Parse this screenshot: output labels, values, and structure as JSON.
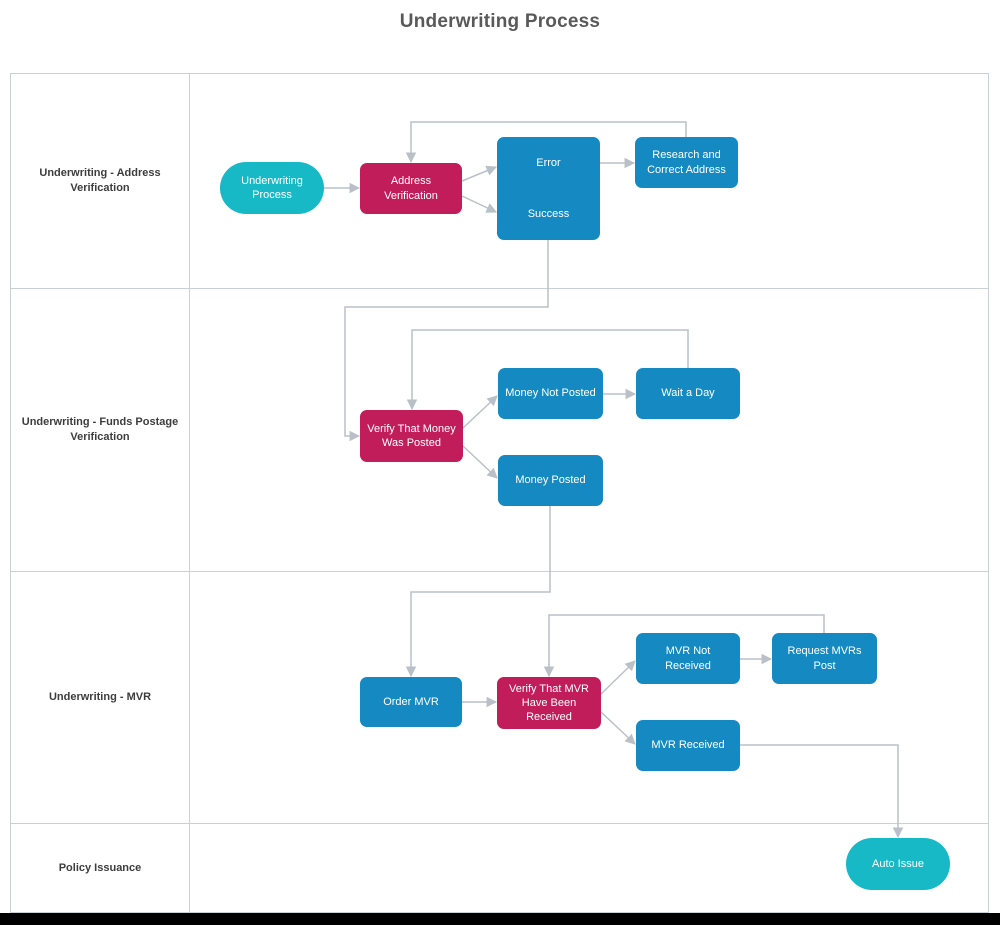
{
  "title": "Underwriting Process",
  "colors": {
    "title": "#595959",
    "terminator": "#17b9c6",
    "process": "#c01d5a",
    "state": "#1489c2",
    "connector": "#b9c0c7",
    "laneBorder": "#c9d1d6",
    "laneLabel": "#3d3d3d",
    "bottomBar": "#000000"
  },
  "lanes": [
    {
      "label": "Underwriting - Address Verification"
    },
    {
      "label": "Underwriting - Funds Postage Verification"
    },
    {
      "label": "Underwriting - MVR"
    },
    {
      "label": "Policy Issuance"
    }
  ],
  "nodes": {
    "underwriting-process": {
      "label": "Underwriting Process",
      "type": "terminator"
    },
    "address-verification": {
      "label": "Address Verification",
      "type": "process"
    },
    "error": {
      "label": "Error",
      "type": "state"
    },
    "success": {
      "label": "Success",
      "type": "state"
    },
    "research-and-correct-address": {
      "label": "Research and Correct Address",
      "type": "state"
    },
    "verify-that-money-was-posted": {
      "label": "Verify That Money Was Posted",
      "type": "process"
    },
    "money-not-posted": {
      "label": "Money Not Posted",
      "type": "state"
    },
    "wait-a-day": {
      "label": "Wait a Day",
      "type": "state"
    },
    "money-posted": {
      "label": "Money Posted",
      "type": "state"
    },
    "order-mvr": {
      "label": "Order MVR",
      "type": "state"
    },
    "verify-that-mvr-have-been-received": {
      "label": "Verify That MVR Have Been Received",
      "type": "process"
    },
    "mvr-not-received": {
      "label": "MVR Not Received",
      "type": "state"
    },
    "request-mvrs-post": {
      "label": "Request MVRs Post",
      "type": "state"
    },
    "mvr-received": {
      "label": "MVR Received",
      "type": "state"
    },
    "auto-issue": {
      "label": "Auto Issue",
      "type": "terminator"
    }
  },
  "edges": [
    {
      "from": "underwriting-process",
      "to": "address-verification"
    },
    {
      "from": "address-verification",
      "to": "error"
    },
    {
      "from": "address-verification",
      "to": "success"
    },
    {
      "from": "error",
      "to": "research-and-correct-address"
    },
    {
      "from": "research-and-correct-address",
      "to": "address-verification"
    },
    {
      "from": "success",
      "to": "verify-that-money-was-posted"
    },
    {
      "from": "verify-that-money-was-posted",
      "to": "money-not-posted"
    },
    {
      "from": "verify-that-money-was-posted",
      "to": "money-posted"
    },
    {
      "from": "money-not-posted",
      "to": "wait-a-day"
    },
    {
      "from": "wait-a-day",
      "to": "verify-that-money-was-posted"
    },
    {
      "from": "money-posted",
      "to": "order-mvr"
    },
    {
      "from": "order-mvr",
      "to": "verify-that-mvr-have-been-received"
    },
    {
      "from": "verify-that-mvr-have-been-received",
      "to": "mvr-not-received"
    },
    {
      "from": "verify-that-mvr-have-been-received",
      "to": "mvr-received"
    },
    {
      "from": "mvr-not-received",
      "to": "request-mvrs-post"
    },
    {
      "from": "request-mvrs-post",
      "to": "verify-that-mvr-have-been-received"
    },
    {
      "from": "mvr-received",
      "to": "auto-issue"
    }
  ]
}
